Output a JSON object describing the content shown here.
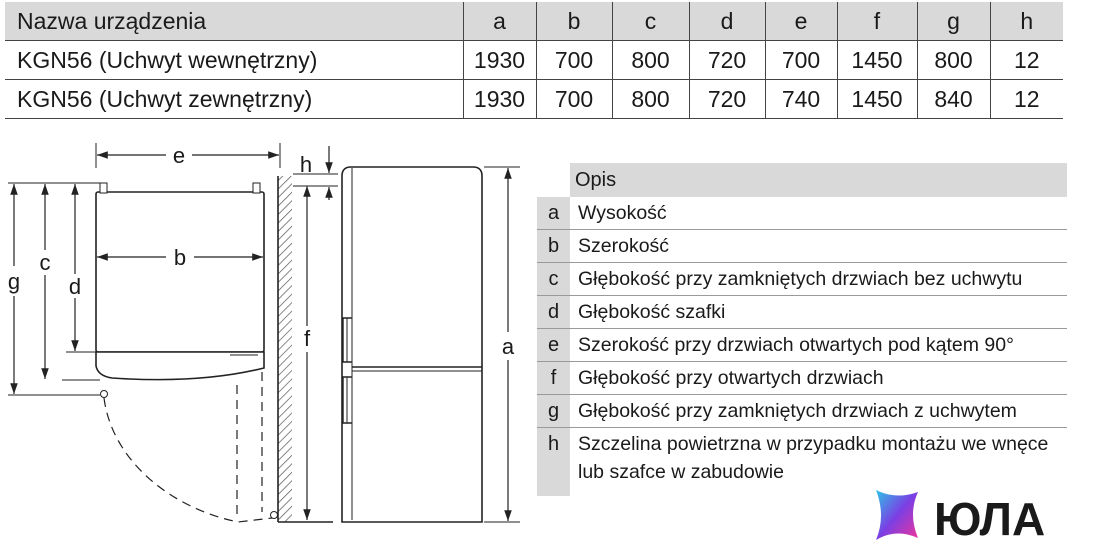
{
  "table": {
    "headers": [
      "Nazwa urządzenia",
      "a",
      "b",
      "c",
      "d",
      "e",
      "f",
      "g",
      "h"
    ],
    "rows": [
      [
        "KGN56 (Uchwyt wewnętrzny)",
        "1930",
        "700",
        "800",
        "720",
        "700",
        "1450",
        "800",
        "12"
      ],
      [
        "KGN56 (Uchwyt zewnętrzny)",
        "1930",
        "700",
        "800",
        "720",
        "740",
        "1450",
        "840",
        "12"
      ]
    ]
  },
  "diagram": {
    "labels": {
      "a": "a",
      "b": "b",
      "c": "c",
      "d": "d",
      "e": "e",
      "f": "f",
      "g": "g",
      "h": "h"
    }
  },
  "legend": {
    "title": "Opis",
    "items": [
      {
        "key": "a",
        "text": "Wysokość"
      },
      {
        "key": "b",
        "text": "Szerokość"
      },
      {
        "key": "c",
        "text": "Głębokość przy zamkniętych drzwiach bez uchwytu"
      },
      {
        "key": "d",
        "text": "Głębokość szafki"
      },
      {
        "key": "e",
        "text": "Szerokość przy drzwiach otwartych pod kątem 90°"
      },
      {
        "key": "f",
        "text": "Głębokość przy otwartych drzwiach"
      },
      {
        "key": "g",
        "text": "Głębokość przy zamkniętych drzwiach z uchwytem"
      },
      {
        "key": "h",
        "text": "Szczelina powietrzna w przypadku montażu we wnęce lub szafce w zabudowie"
      }
    ]
  },
  "logo": {
    "text": "ЮЛА",
    "gradient": [
      "#2ec4e8",
      "#7b3fe4",
      "#f0359a"
    ]
  }
}
